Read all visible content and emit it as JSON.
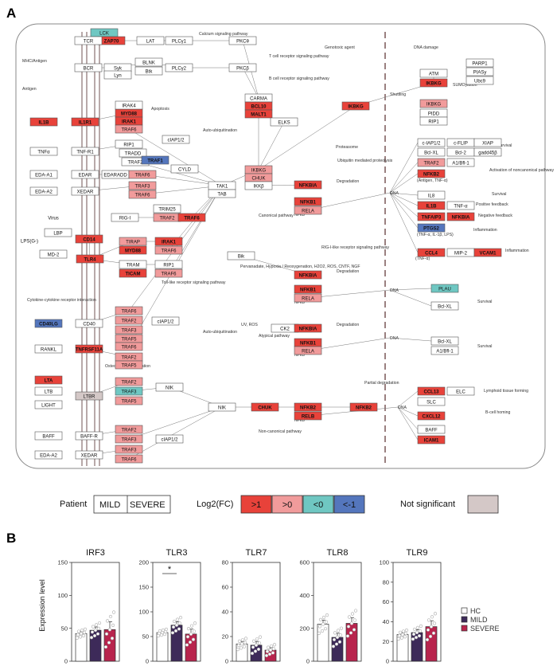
{
  "panel_a": {
    "letter": "A",
    "nodes": [
      {
        "id": "lck",
        "text": "LCK",
        "c": "teal"
      },
      {
        "id": "zap70",
        "text": "ZAP70",
        "c": "red"
      },
      {
        "id": "tcr",
        "text": "TCR",
        "c": "white"
      },
      {
        "id": "lat",
        "text": "LAT",
        "c": "white"
      },
      {
        "id": "plcg1",
        "text": "PLCγ1",
        "c": "white"
      },
      {
        "id": "pkcth",
        "text": "PKCθ",
        "c": "white"
      },
      {
        "id": "bcr",
        "text": "BCR",
        "c": "white"
      },
      {
        "id": "syk",
        "text": "Syk",
        "c": "white"
      },
      {
        "id": "blnk",
        "text": "BLNK",
        "c": "white"
      },
      {
        "id": "plcg2",
        "text": "PLCγ2",
        "c": "white"
      },
      {
        "id": "pkcb",
        "text": "PKCβ",
        "c": "white"
      },
      {
        "id": "lyn",
        "text": "Lyn",
        "c": "white"
      },
      {
        "id": "btk",
        "text": "Btk",
        "c": "white"
      },
      {
        "id": "carma",
        "text": "CARMA",
        "c": "white"
      },
      {
        "id": "bcl10",
        "text": "BCL10",
        "c": "red"
      },
      {
        "id": "malt1",
        "text": "MALT1",
        "c": "red"
      },
      {
        "id": "il1b_l",
        "text": "IL1B",
        "c": "red"
      },
      {
        "id": "il1r1",
        "text": "IL1R1",
        "c": "red"
      },
      {
        "id": "myd88_1",
        "text": "MYD88",
        "c": "red"
      },
      {
        "id": "irak1_1",
        "text": "IRAK1",
        "c": "red"
      },
      {
        "id": "traf6_1",
        "text": "TRAF6",
        "c": "pink"
      },
      {
        "id": "irak4",
        "text": "IRAK4",
        "c": "white"
      },
      {
        "id": "tnfa",
        "text": "TNFα",
        "c": "white"
      },
      {
        "id": "tnfr",
        "text": "TNF-R1",
        "c": "white"
      },
      {
        "id": "rip1",
        "text": "RIP1",
        "c": "white"
      },
      {
        "id": "tradd",
        "text": "TRADD",
        "c": "white"
      },
      {
        "id": "traf2_1",
        "text": "TRAF2",
        "c": "white"
      },
      {
        "id": "traf1",
        "text": "TRAF1",
        "c": "blue"
      },
      {
        "id": "cyld",
        "text": "CYLD",
        "c": "white"
      },
      {
        "id": "ciap",
        "text": "cIAP1/2",
        "c": "white"
      },
      {
        "id": "eda1",
        "text": "EDA-A1",
        "c": "white"
      },
      {
        "id": "edar",
        "text": "EDAR",
        "c": "white"
      },
      {
        "id": "edaradd",
        "text": "EDARADD",
        "c": "white"
      },
      {
        "id": "traf6_2",
        "text": "TRAF6",
        "c": "pink"
      },
      {
        "id": "eda2",
        "text": "EDA-A2",
        "c": "white"
      },
      {
        "id": "xedar",
        "text": "XEDAR",
        "c": "white"
      },
      {
        "id": "traf3_1",
        "text": "TRAF3",
        "c": "pink"
      },
      {
        "id": "traf6_3",
        "text": "TRAF6",
        "c": "pink"
      },
      {
        "id": "virus",
        "text": "Virus",
        "c": "none"
      },
      {
        "id": "rigi",
        "text": "RIG-I",
        "c": "white"
      },
      {
        "id": "trim25",
        "text": "TRIM25",
        "c": "white"
      },
      {
        "id": "traf2_2",
        "text": "TRAF2",
        "c": "pink"
      },
      {
        "id": "traf6_4",
        "text": "TRAF6",
        "c": "red"
      },
      {
        "id": "lbp",
        "text": "LBP",
        "c": "white"
      },
      {
        "id": "lps",
        "text": "LPS(G-)",
        "c": "none"
      },
      {
        "id": "cd14",
        "text": "CD14",
        "c": "red"
      },
      {
        "id": "md2",
        "text": "MD-2",
        "c": "white"
      },
      {
        "id": "tlr4",
        "text": "TLR4",
        "c": "red"
      },
      {
        "id": "tirap",
        "text": "TIRAP",
        "c": "pink"
      },
      {
        "id": "irak1_2",
        "text": "IRAK1",
        "c": "red"
      },
      {
        "id": "myd88_2",
        "text": "MYD88",
        "c": "red"
      },
      {
        "id": "traf6_5",
        "text": "TRAF6",
        "c": "pink"
      },
      {
        "id": "tram",
        "text": "TRAM",
        "c": "white"
      },
      {
        "id": "rip1_2",
        "text": "RIP1",
        "c": "white"
      },
      {
        "id": "ticam",
        "text": "TICAM",
        "c": "red"
      },
      {
        "id": "traf6_6",
        "text": "TRAF6",
        "c": "pink"
      },
      {
        "id": "cd40lg",
        "text": "CD40LG",
        "c": "blue"
      },
      {
        "id": "cd40",
        "text": "CD40",
        "c": "white"
      },
      {
        "id": "traf6_7",
        "text": "TRAF6",
        "c": "pink"
      },
      {
        "id": "traf2_3",
        "text": "TRAF2",
        "c": "pink"
      },
      {
        "id": "traf3_2",
        "text": "TRAF3",
        "c": "pink"
      },
      {
        "id": "traf5_1",
        "text": "TRAF5",
        "c": "pink"
      },
      {
        "id": "traf6_8",
        "text": "TRAF6",
        "c": "pink"
      },
      {
        "id": "rankl",
        "text": "RANKL",
        "c": "white"
      },
      {
        "id": "tnfrsf11a",
        "text": "TNFRSF11A",
        "c": "red"
      },
      {
        "id": "traf2_4",
        "text": "TRAF2",
        "c": "pink"
      },
      {
        "id": "traf5_2",
        "text": "TRAF5",
        "c": "pink"
      },
      {
        "id": "ciap2",
        "text": "cIAP1/2",
        "c": "white"
      },
      {
        "id": "lta",
        "text": "LTA",
        "c": "red"
      },
      {
        "id": "ltb",
        "text": "LTB",
        "c": "white"
      },
      {
        "id": "light",
        "text": "LIGHT",
        "c": "white"
      },
      {
        "id": "ltbr",
        "text": "LTBR",
        "c": "grey"
      },
      {
        "id": "traf2_5",
        "text": "TRAF2",
        "c": "pink"
      },
      {
        "id": "traf3_3",
        "text": "TRAF3",
        "c": "teal"
      },
      {
        "id": "traf5_3",
        "text": "TRAF5",
        "c": "pink"
      },
      {
        "id": "nik1",
        "text": "NIK",
        "c": "white"
      },
      {
        "id": "baff",
        "text": "BAFF",
        "c": "white"
      },
      {
        "id": "baffr",
        "text": "BAFF-R",
        "c": "white"
      },
      {
        "id": "traf2_6",
        "text": "TRAF2",
        "c": "pink"
      },
      {
        "id": "traf3_4",
        "text": "TRAF3",
        "c": "pink"
      },
      {
        "id": "ciap3",
        "text": "cIAP1/2",
        "c": "white"
      },
      {
        "id": "eda2b",
        "text": "EDA-A2",
        "c": "white"
      },
      {
        "id": "xedar2",
        "text": "XEDAR",
        "c": "white"
      },
      {
        "id": "traf3_5",
        "text": "TRAF3",
        "c": "pink"
      },
      {
        "id": "traf6_9",
        "text": "TRAF6",
        "c": "pink"
      },
      {
        "id": "tak1",
        "text": "TAK1",
        "c": "white"
      },
      {
        "id": "tab",
        "text": "TAB",
        "c": "white"
      },
      {
        "id": "ikbkg_c",
        "text": "IKBKG",
        "c": "pink"
      },
      {
        "id": "chuk_c",
        "text": "CHUK",
        "c": "pink"
      },
      {
        "id": "ikk",
        "text": "IKKβ",
        "c": "white"
      },
      {
        "id": "elks",
        "text": "ELKS",
        "c": "white"
      },
      {
        "id": "nfkbia_1",
        "text": "NFKBIA",
        "c": "red"
      },
      {
        "id": "nfkb1_1",
        "text": "NFKB1",
        "c": "red"
      },
      {
        "id": "rela_1",
        "text": "RELA",
        "c": "pink"
      },
      {
        "id": "ikbkg_r",
        "text": "IKBKG",
        "c": "red"
      },
      {
        "id": "bik",
        "text": "Bik",
        "c": "white"
      },
      {
        "id": "nfkbia_2",
        "text": "NFKBIA",
        "c": "red"
      },
      {
        "id": "nfkb1_2",
        "text": "NFKB1",
        "c": "red"
      },
      {
        "id": "rela_2",
        "text": "RELA",
        "c": "pink"
      },
      {
        "id": "ck2",
        "text": "CK2",
        "c": "white"
      },
      {
        "id": "nfkbia_3",
        "text": "NFKBIA",
        "c": "red"
      },
      {
        "id": "nfkb1_3",
        "text": "NFKB1",
        "c": "red"
      },
      {
        "id": "rela_3",
        "text": "RELA",
        "c": "pink"
      },
      {
        "id": "nik2",
        "text": "NIK",
        "c": "white"
      },
      {
        "id": "chuk_nc",
        "text": "CHUK",
        "c": "red"
      },
      {
        "id": "nfkb2_1",
        "text": "NFKB2",
        "c": "red"
      },
      {
        "id": "relb",
        "text": "RELB",
        "c": "red"
      },
      {
        "id": "nfkb2_2",
        "text": "NFKB2",
        "c": "red"
      },
      {
        "id": "atm",
        "text": "ATM",
        "c": "white"
      },
      {
        "id": "ikbkg_n",
        "text": "IKBKG",
        "c": "red"
      },
      {
        "id": "ikbkg_n2",
        "text": "IKBKG",
        "c": "pink"
      },
      {
        "id": "parp1",
        "text": "PARP1",
        "c": "white"
      },
      {
        "id": "piasy",
        "text": "PIASy",
        "c": "white"
      },
      {
        "id": "ubc9",
        "text": "Ubc9",
        "c": "white"
      },
      {
        "id": "pidd",
        "text": "PIDD",
        "c": "white"
      },
      {
        "id": "rip1_3",
        "text": "RIP1",
        "c": "white"
      },
      {
        "id": "ciap12",
        "text": "c-IAP1/2",
        "c": "white"
      },
      {
        "id": "cflip",
        "text": "c-FLIP",
        "c": "white"
      },
      {
        "id": "xiap",
        "text": "XIAP",
        "c": "white"
      },
      {
        "id": "bclxl",
        "text": "Bcl-XL",
        "c": "white"
      },
      {
        "id": "bcl2",
        "text": "Bcl-2",
        "c": "white"
      },
      {
        "id": "gadd45b",
        "text": "gadd45β",
        "c": "white"
      },
      {
        "id": "traf2_r",
        "text": "TRAF2",
        "c": "pink"
      },
      {
        "id": "a1bfl1",
        "text": "A1/Bfl-1",
        "c": "white"
      },
      {
        "id": "nfkb2_r",
        "text": "NFKB2",
        "c": "red"
      },
      {
        "id": "il8",
        "text": "IL8",
        "c": "white"
      },
      {
        "id": "il1b_r",
        "text": "IL1B",
        "c": "red"
      },
      {
        "id": "tnfa_r",
        "text": "TNF-α",
        "c": "white"
      },
      {
        "id": "tnfaip3",
        "text": "TNFAIP3",
        "c": "red"
      },
      {
        "id": "nfkbia_r",
        "text": "NFKBIA",
        "c": "red"
      },
      {
        "id": "ptgs2",
        "text": "PTGS2",
        "c": "blue"
      },
      {
        "id": "ccl4",
        "text": "CCL4",
        "c": "red"
      },
      {
        "id": "mip2",
        "text": "MIP-2",
        "c": "white"
      },
      {
        "id": "vcam1",
        "text": "VCAM1",
        "c": "red"
      },
      {
        "id": "plau",
        "text": "PLAU",
        "c": "teal"
      },
      {
        "id": "bclxl2",
        "text": "Bcl-XL",
        "c": "white"
      },
      {
        "id": "bclxl3",
        "text": "Bcl-XL",
        "c": "white"
      },
      {
        "id": "a1bfl2",
        "text": "A1/Bfl-1",
        "c": "white"
      },
      {
        "id": "ccl13",
        "text": "CCL13",
        "c": "red"
      },
      {
        "id": "elc",
        "text": "ELC",
        "c": "white"
      },
      {
        "id": "slc",
        "text": "SLC",
        "c": "white"
      },
      {
        "id": "cxcl12",
        "text": "CXCL12",
        "c": "red"
      },
      {
        "id": "baff_r",
        "text": "BAFF",
        "c": "white"
      },
      {
        "id": "icam1",
        "text": "ICAM1",
        "c": "red"
      }
    ],
    "labels": [
      {
        "id": "mhc",
        "text": "MHC/Antigen"
      },
      {
        "id": "antigen",
        "text": "Antigen"
      },
      {
        "id": "calcium",
        "text": "Calcium signaling pathway"
      },
      {
        "id": "tcrpath",
        "text": "T cell receptor signaling pathway"
      },
      {
        "id": "bcrpath",
        "text": "B cell receptor signaling pathway"
      },
      {
        "id": "apoptosis",
        "text": "Apoptosis"
      },
      {
        "id": "autoubiq1",
        "text": "Auto-ubiquitination"
      },
      {
        "id": "autoubiq2",
        "text": "Auto-ubiquitination"
      },
      {
        "id": "proteasome",
        "text": "Proteasome"
      },
      {
        "id": "ubproteo",
        "text": "Ubiquitin mediated proteolysis"
      },
      {
        "id": "degr1",
        "text": "Degradation"
      },
      {
        "id": "degr2",
        "text": "Degradation"
      },
      {
        "id": "degr3",
        "text": "Degradation"
      },
      {
        "id": "canon",
        "text": "Canonical pathway"
      },
      {
        "id": "atypical",
        "text": "Atypical pathway"
      },
      {
        "id": "noncanon",
        "text": "Non-canonical pathway"
      },
      {
        "id": "nfkb_a",
        "text": "NFκB"
      },
      {
        "id": "nfkb_b",
        "text": "NFκB"
      },
      {
        "id": "nfkb_c",
        "text": "NFκB"
      },
      {
        "id": "nfkb_d",
        "text": "NFκB"
      },
      {
        "id": "tlrpath",
        "text": "Toll-like receptor signaling pathway"
      },
      {
        "id": "rigpath",
        "text": "RIG-I-like receptor signaling pathway"
      },
      {
        "id": "cytokine",
        "text": "Cytokine-cytokine receptor interaction"
      },
      {
        "id": "osteo",
        "text": "Osteoclast differentiation"
      },
      {
        "id": "genotoxic",
        "text": "Genotoxic agent"
      },
      {
        "id": "dnadamage",
        "text": "DNA damage"
      },
      {
        "id": "sumo",
        "text": "SUMOylation"
      },
      {
        "id": "shuttling",
        "text": "Shuttling"
      },
      {
        "id": "survival1",
        "text": "Survival"
      },
      {
        "id": "survival2",
        "text": "Survival"
      },
      {
        "id": "survival3",
        "text": "Survival"
      },
      {
        "id": "survival4",
        "text": "Survival"
      },
      {
        "id": "activation",
        "text": "Activation of noncanonical pathway"
      },
      {
        "id": "posfb",
        "text": "Positive feedback"
      },
      {
        "id": "negfb",
        "text": "Negative feedback"
      },
      {
        "id": "inflamm1",
        "text": "Inflammation"
      },
      {
        "id": "inflamm2",
        "text": "Inflammation"
      },
      {
        "id": "lymph",
        "text": "Lymphoid tissue forming"
      },
      {
        "id": "bcellhome",
        "text": "B-cell homing"
      },
      {
        "id": "dna1",
        "text": "DNA"
      },
      {
        "id": "dna2",
        "text": "DNA"
      },
      {
        "id": "dna3",
        "text": "DNA"
      },
      {
        "id": "dna4",
        "text": "DNA"
      },
      {
        "id": "partial",
        "text": "Partial degradation"
      },
      {
        "id": "antigen_tnfa",
        "text": "(Antigen, TNF-α)"
      },
      {
        "id": "tnf_il1b",
        "text": "(TNF-α, IL-1β, LPS)"
      },
      {
        "id": "tnfa2",
        "text": "(TNF-α)"
      },
      {
        "id": "uv",
        "text": "UV, ROS"
      },
      {
        "id": "hypoxia",
        "text": "Pervanadate, Hypoxia / Reoxygenation, H2O2, ROS, CNTF, NGF"
      }
    ]
  },
  "legend": {
    "patient_label": "Patient",
    "mild": "MILD",
    "severe": "SEVERE",
    "log2fc_label": "Log2(FC)",
    "categories": [
      {
        "label": ">1",
        "color": "#e8423a"
      },
      {
        "label": ">0",
        "color": "#f19b9b"
      },
      {
        "label": "<0",
        "color": "#6fc7c2"
      },
      {
        "label": "<-1",
        "color": "#5476bd"
      }
    ],
    "not_significant_label": "Not significant",
    "not_significant_color": "#d4c8c7"
  },
  "panel_b": {
    "letter": "B",
    "ylabel": "Expression level",
    "legend": [
      {
        "label": "HC",
        "color": "#ffffff"
      },
      {
        "label": "MILD",
        "color": "#3d2a59"
      },
      {
        "label": "SEVERE",
        "color": "#b8244d"
      }
    ]
  },
  "chart_data": [
    {
      "type": "bar",
      "title": "IRF3",
      "ylim": [
        0,
        150
      ],
      "yticks": [
        0,
        50,
        100,
        150
      ],
      "categories": [
        "HC",
        "MILD",
        "SEVERE"
      ],
      "values": [
        42,
        47,
        48
      ],
      "errors": [
        3,
        5,
        12
      ]
    },
    {
      "type": "bar",
      "title": "TLR3",
      "ylim": [
        0,
        200
      ],
      "yticks": [
        0,
        50,
        100,
        150,
        200
      ],
      "categories": [
        "HC",
        "MILD",
        "SEVERE"
      ],
      "values": [
        58,
        73,
        55
      ],
      "errors": [
        3,
        7,
        10
      ],
      "annotation": "*"
    },
    {
      "type": "bar",
      "title": "TLR7",
      "ylim": [
        0,
        80
      ],
      "yticks": [
        0,
        20,
        40,
        60,
        80
      ],
      "categories": [
        "HC",
        "MILD",
        "SEVERE"
      ],
      "values": [
        14,
        13,
        9
      ],
      "errors": [
        2,
        3,
        2
      ]
    },
    {
      "type": "bar",
      "title": "TLR8",
      "ylim": [
        0,
        600
      ],
      "yticks": [
        0,
        200,
        400,
        600
      ],
      "categories": [
        "HC",
        "MILD",
        "SEVERE"
      ],
      "values": [
        225,
        145,
        230
      ],
      "errors": [
        25,
        25,
        35
      ]
    },
    {
      "type": "bar",
      "title": "TLR9",
      "ylim": [
        0,
        100
      ],
      "yticks": [
        0,
        20,
        40,
        60,
        80,
        100
      ],
      "categories": [
        "HC",
        "MILD",
        "SEVERE"
      ],
      "values": [
        27,
        29,
        35
      ],
      "errors": [
        2,
        3,
        6
      ]
    }
  ]
}
